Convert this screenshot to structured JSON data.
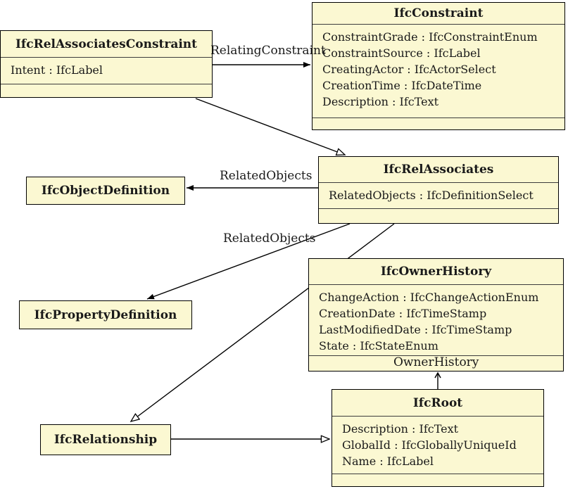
{
  "colors": {
    "box_fill": "#FBF8D2",
    "border": "#000000",
    "canvas_bg": "#FFFFFF"
  },
  "classes": {
    "ifc_rel_associates_constraint": {
      "title": "IfcRelAssociatesConstraint",
      "attributes": [
        "Intent : IfcLabel"
      ]
    },
    "ifc_constraint": {
      "title": "IfcConstraint",
      "attributes": [
        "ConstraintGrade : IfcConstraintEnum",
        "ConstraintSource : IfcLabel",
        "CreatingActor : IfcActorSelect",
        "CreationTime : IfcDateTime",
        "Description : IfcText"
      ]
    },
    "ifc_rel_associates": {
      "title": "IfcRelAssociates",
      "attributes": [
        "RelatedObjects : IfcDefinitionSelect"
      ]
    },
    "ifc_object_definition": {
      "title": "IfcObjectDefinition",
      "attributes": []
    },
    "ifc_owner_history": {
      "title": "IfcOwnerHistory",
      "attributes": [
        "ChangeAction : IfcChangeActionEnum",
        "CreationDate : IfcTimeStamp",
        "LastModifiedDate : IfcTimeStamp",
        "State : IfcStateEnum"
      ]
    },
    "ifc_property_definition": {
      "title": "IfcPropertyDefinition",
      "attributes": []
    },
    "ifc_relationship": {
      "title": "IfcRelationship",
      "attributes": []
    },
    "ifc_root": {
      "title": "IfcRoot",
      "attributes": [
        "Description : IfcText",
        "GlobalId : IfcGloballyUniqueId",
        "Name : IfcLabel"
      ]
    }
  },
  "edge_labels": {
    "relating_constraint": "RelatingConstraint",
    "related_objects_horizontal": "RelatedObjects",
    "related_objects_diagonal": "RelatedObjects",
    "owner_history": "OwnerHistory"
  },
  "relations": [
    {
      "from": "IfcRelAssociatesConstraint",
      "to": "IfcConstraint",
      "label": "RelatingConstraint",
      "type": "association-solid-arrow"
    },
    {
      "from": "IfcRelAssociatesConstraint",
      "to": "IfcRelAssociates",
      "label": "",
      "type": "inheritance-open-triangle"
    },
    {
      "from": "IfcRelAssociates",
      "to": "IfcObjectDefinition",
      "label": "RelatedObjects",
      "type": "association-solid-arrow"
    },
    {
      "from": "IfcRelAssociates",
      "to": "IfcPropertyDefinition",
      "label": "RelatedObjects",
      "type": "association-solid-arrow"
    },
    {
      "from": "IfcRelAssociates",
      "to": "IfcRelationship",
      "label": "",
      "type": "inheritance-open-triangle"
    },
    {
      "from": "IfcRelationship",
      "to": "IfcRoot",
      "label": "",
      "type": "inheritance-open-triangle"
    },
    {
      "from": "IfcRoot",
      "to": "IfcOwnerHistory",
      "label": "OwnerHistory",
      "type": "association-vee-arrow"
    }
  ]
}
